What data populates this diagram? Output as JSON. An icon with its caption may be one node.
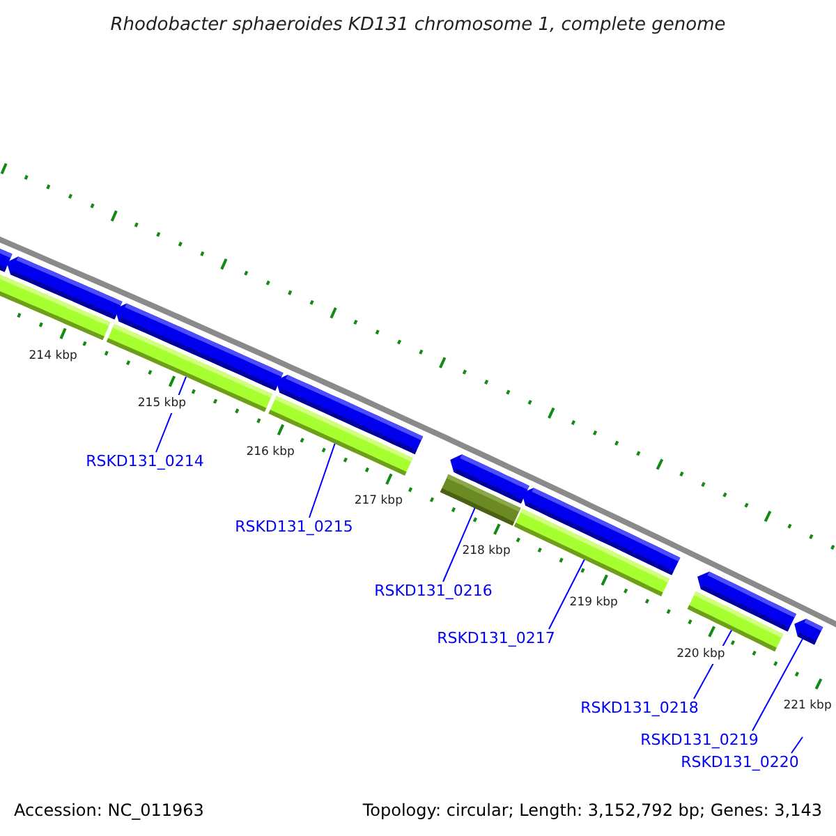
{
  "diagram": {
    "title": "Rhodobacter sphaeroides KD131 chromosome 1, complete genome",
    "nodes": [
      {
        "text": [],
        "shape": "bar"
      },
      {
        "text": [],
        "shape": "bar"
      },
      {
        "text": [],
        "shape": "bar"
      },
      {
        "text": [],
        "shape": "bar"
      },
      {
        "text": [],
        "shape": "bar"
      },
      {
        "text": [],
        "shape": "bar"
      },
      {
        "text": [],
        "shape": "bar"
      },
      {
        "text": [],
        "shape": "bar"
      },
      {
        "text": [],
        "shape": "bar"
      },
      {
        "text": [],
        "shape": "bar"
      },
      {
        "text": [],
        "shape": "bar"
      },
      {
        "text": [],
        "shape": "bar"
      },
      {
        "text": [],
        "shape": "bar"
      },
      {
        "text": [],
        "shape": "bar"
      },
      {
        "text": [
          "RSKD131_0214"
        ]
      },
      {
        "text": [
          "RSKD131_0215"
        ]
      },
      {
        "text": [
          "RSKD131_0216"
        ]
      },
      {
        "text": [
          "RSKD131_0217"
        ]
      },
      {
        "text": [
          "RSKD131_0218"
        ]
      },
      {
        "text": [
          "RSKD131_0219"
        ]
      },
      {
        "text": [
          "RSKD131_0220"
        ]
      }
    ],
    "edges": [
      {
        "from": 14,
        "to": 3,
        "arrow": "none"
      },
      {
        "from": 15,
        "to": 5,
        "arrow": "none"
      },
      {
        "from": 16,
        "to": 7,
        "arrow": "none"
      },
      {
        "from": 17,
        "to": 9,
        "arrow": "none"
      },
      {
        "from": 18,
        "to": 11,
        "arrow": "none"
      },
      {
        "from": 19,
        "to": 13,
        "arrow": "none"
      },
      {
        "from": 20,
        "to": null,
        "arrow": "none"
      }
    ],
    "labels": [
      "214 kbp",
      "215 kbp",
      "216 kbp",
      "217 kbp",
      "218 kbp",
      "219 kbp",
      "220 kbp",
      "221 kbp",
      "Accession: NC_011963",
      "Topology: circular; Length: 3,152,792 bp; Genes: 3,143"
    ]
  }
}
